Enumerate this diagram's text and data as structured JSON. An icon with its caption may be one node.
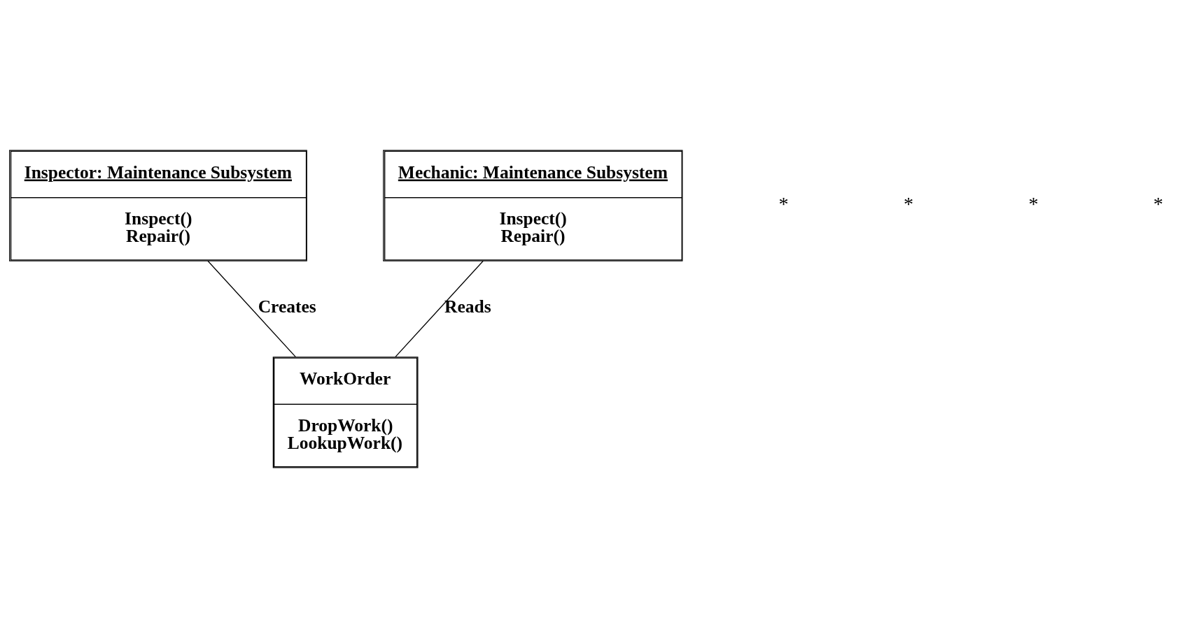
{
  "diagram": {
    "nodes": [
      {
        "text": [
          "Inspector: Maintenance Subsystem",
          "Inspect()",
          "Repair()"
        ]
      },
      {
        "text": [
          "Mechanic: Maintenance Subsystem",
          "Inspect()",
          "Repair()"
        ]
      },
      {
        "text": [
          "WorkOrder",
          "DropWork()",
          "LookupWork()"
        ]
      }
    ],
    "edges": [
      {
        "from": 0,
        "to": 2,
        "arrow": "none",
        "label": "Creates"
      },
      {
        "from": 1,
        "to": 2,
        "arrow": "none",
        "label": "Reads"
      }
    ],
    "labels": [
      "*",
      "*",
      "*",
      "*"
    ]
  }
}
